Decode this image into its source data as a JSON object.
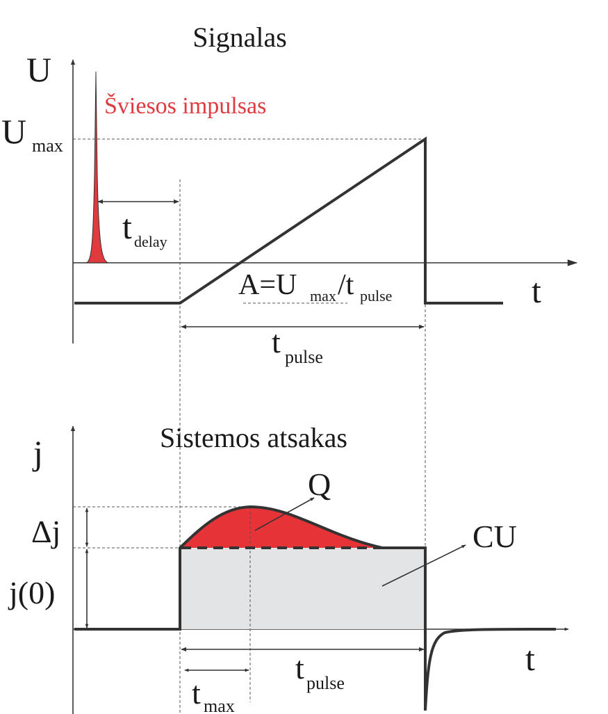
{
  "signal": {
    "title": "Signalas",
    "y_axis": "U",
    "x_axis": "t",
    "umax_main": "U",
    "umax_sub": "max",
    "light_pulse": "Šviesos impulsas",
    "tdelay_main": "t",
    "tdelay_sub": "delay",
    "slope_a": "A=U",
    "slope_max": "max",
    "slope_slash": "/t",
    "slope_pulse": "pulse",
    "tpulse_main": "t",
    "tpulse_sub": "pulse"
  },
  "response": {
    "title": "Sistemos atsakas",
    "y_axis": "j",
    "x_axis": "t",
    "q_label": "Q",
    "cu_label": "CU",
    "delta_j": "Δj",
    "j0": "j(0)",
    "tpulse_main": "t",
    "tpulse_sub": "pulse",
    "tmax_main": "t",
    "tmax_sub": "max"
  },
  "colors": {
    "charge_q": "#e63338",
    "charge_cu": "#e3e4e6",
    "light_pulse": "#e03a3e",
    "line": "#333333"
  }
}
